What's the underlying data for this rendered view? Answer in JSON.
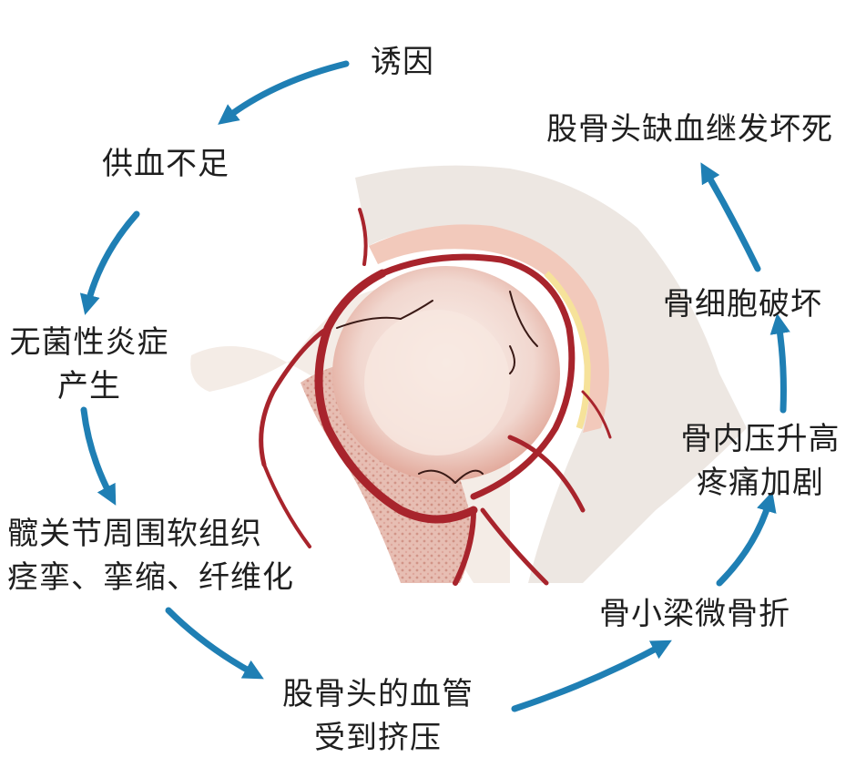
{
  "steps": {
    "induce": {
      "lines": [
        "诱因"
      ]
    },
    "blood_supply": {
      "lines": [
        "供血不足"
      ]
    },
    "inflammation": {
      "lines": [
        "无菌性炎症",
        "产生"
      ]
    },
    "soft_tissue": {
      "lines": [
        "髋关节周围软组织",
        "痉挛、挛缩、纤维化"
      ]
    },
    "vessel_compression": {
      "lines": [
        "股骨头的血管",
        "受到挤压"
      ]
    },
    "microfracture": {
      "lines": [
        "骨小梁微骨折"
      ]
    },
    "pressure": {
      "lines": [
        "骨内压升高",
        "疼痛加剧"
      ]
    },
    "cell_damage": {
      "lines": [
        "骨细胞破坏"
      ]
    },
    "necrosis": {
      "lines": [
        "股骨头缺血继发坏死"
      ]
    }
  },
  "colors": {
    "arrow": "#1f7fb4",
    "text": "#1f1f1f",
    "vessel": "#a8242c",
    "bone": "#eed6cf",
    "pelvis": "#ece6e0"
  }
}
